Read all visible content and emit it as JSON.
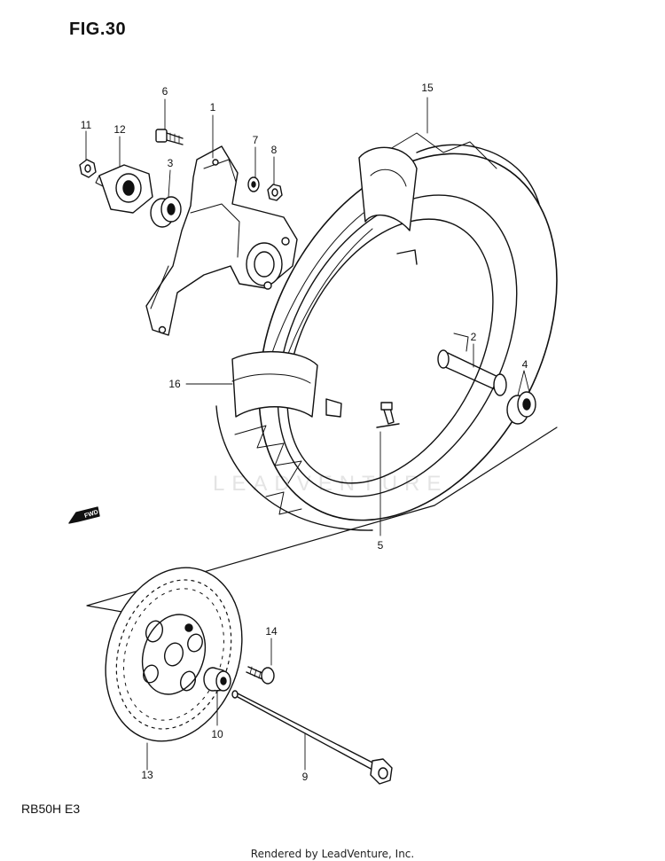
{
  "figure": {
    "title": "FIG.30"
  },
  "model": {
    "code": "RB50H  E3"
  },
  "footer": {
    "text": "Rendered by LeadVenture, Inc."
  },
  "watermark": {
    "text": "LEADVENTURE"
  },
  "fwd_label": "FWD",
  "callouts": [
    {
      "id": "1",
      "label": "1"
    },
    {
      "id": "2",
      "label": "2"
    },
    {
      "id": "3",
      "label": "3"
    },
    {
      "id": "4",
      "label": "4"
    },
    {
      "id": "5",
      "label": "5"
    },
    {
      "id": "6",
      "label": "6"
    },
    {
      "id": "7",
      "label": "7"
    },
    {
      "id": "8",
      "label": "8"
    },
    {
      "id": "9",
      "label": "9"
    },
    {
      "id": "10",
      "label": "10"
    },
    {
      "id": "11",
      "label": "11"
    },
    {
      "id": "12",
      "label": "12"
    },
    {
      "id": "13",
      "label": "13"
    },
    {
      "id": "14",
      "label": "14"
    },
    {
      "id": "15",
      "label": "15"
    },
    {
      "id": "16",
      "label": "16"
    }
  ]
}
